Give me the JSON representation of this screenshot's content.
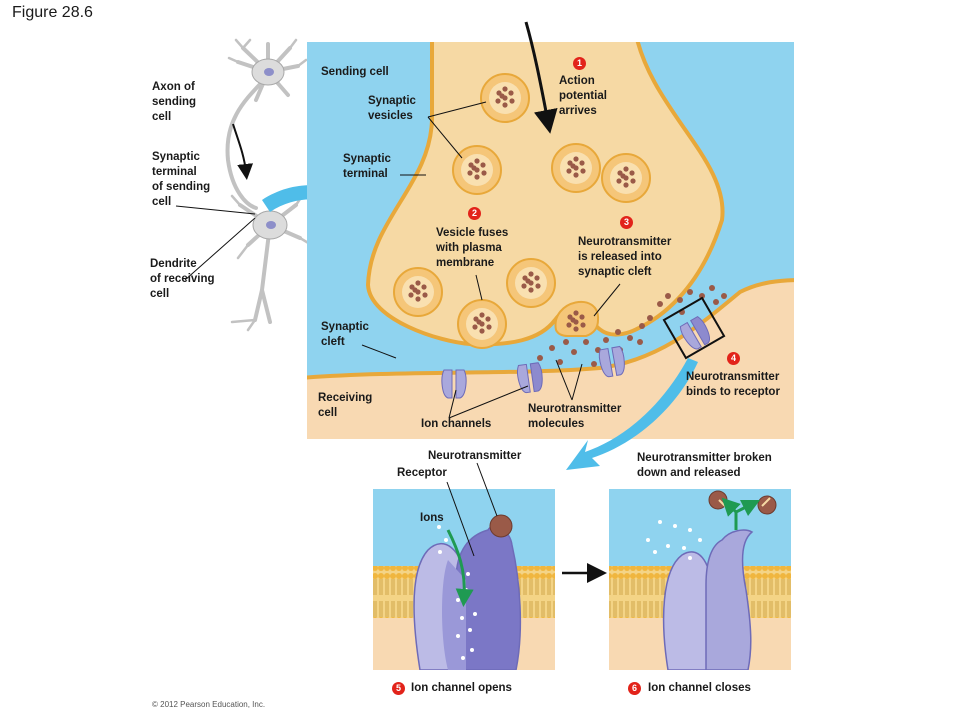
{
  "figure": {
    "title": "Figure 28.6",
    "copyright": "© 2012 Pearson Education, Inc."
  },
  "left_labels": {
    "axon": "Axon of\nsending\ncell",
    "terminal_sending": "Synaptic\nterminal\nof sending\ncell",
    "dendrite": "Dendrite\nof receiving\ncell"
  },
  "main": {
    "sending_cell": "Sending cell",
    "synaptic_vesicles": "Synaptic\nvesicles",
    "synaptic_terminal": "Synaptic\nterminal",
    "synaptic_cleft": "Synaptic\ncleft",
    "receiving_cell": "Receiving\ncell",
    "ion_channels": "Ion channels",
    "nt_molecules": "Neurotransmitter\nmolecules"
  },
  "steps": [
    {
      "num": "1",
      "text": "Action\npotential\narrives"
    },
    {
      "num": "2",
      "text": "Vesicle fuses\nwith plasma\nmembrane"
    },
    {
      "num": "3",
      "text": "Neurotransmitter\nis released into\nsynaptic cleft"
    },
    {
      "num": "4",
      "text": "Neurotransmitter\nbinds to receptor"
    },
    {
      "num": "5",
      "text": "Ion channel opens"
    },
    {
      "num": "6",
      "text": "Ion channel closes"
    }
  ],
  "bottom_labels": {
    "neurotransmitter": "Neurotransmitter",
    "receptor": "Receptor",
    "ions": "Ions",
    "broken_down": "Neurotransmitter broken\ndown and released"
  },
  "colors": {
    "fluid": "#8fd3ef",
    "terminal": "#f6d9a4",
    "terminal_edge": "#e8a83a",
    "receiving": "#f8d9b2",
    "vesicle": "#f5c679",
    "nt": "#9a5a48",
    "channel": "#a9a8dc",
    "channel_dark": "#6e6bb8",
    "membrane": "#f0c66a",
    "step_badge": "#e2231a",
    "arrow_blue": "#4fbde9",
    "arrow_green": "#1f9a52"
  }
}
